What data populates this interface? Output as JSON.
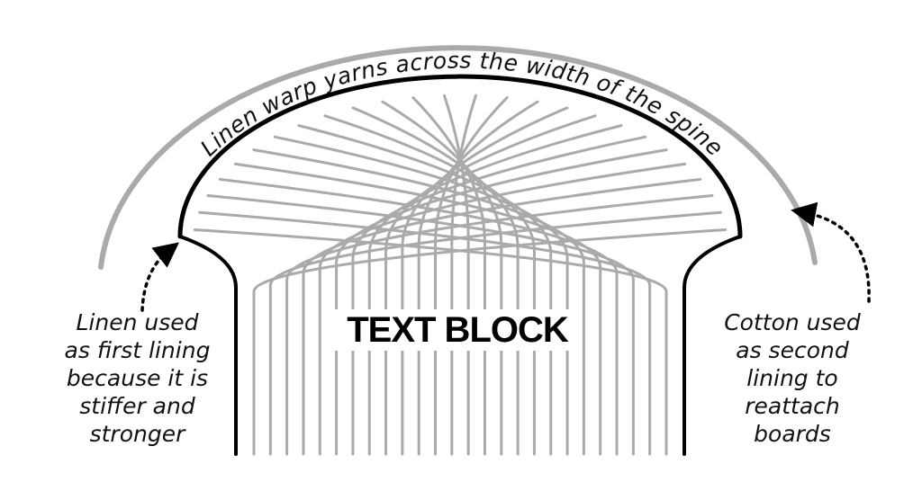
{
  "arc_label": "Linen warp yarns across the width of the spine",
  "center_label": "TEXT BLOCK",
  "left_note": [
    "Linen used",
    "as first lining",
    "because it is",
    "stiffer and",
    "stronger"
  ],
  "right_note": [
    "Cotton used",
    "as second",
    "lining to",
    "reattach",
    "boards"
  ],
  "colors": {
    "outer_lining": "#aaaaaa",
    "inner_lining": "#000000",
    "yarns": "#aaaaaa"
  }
}
